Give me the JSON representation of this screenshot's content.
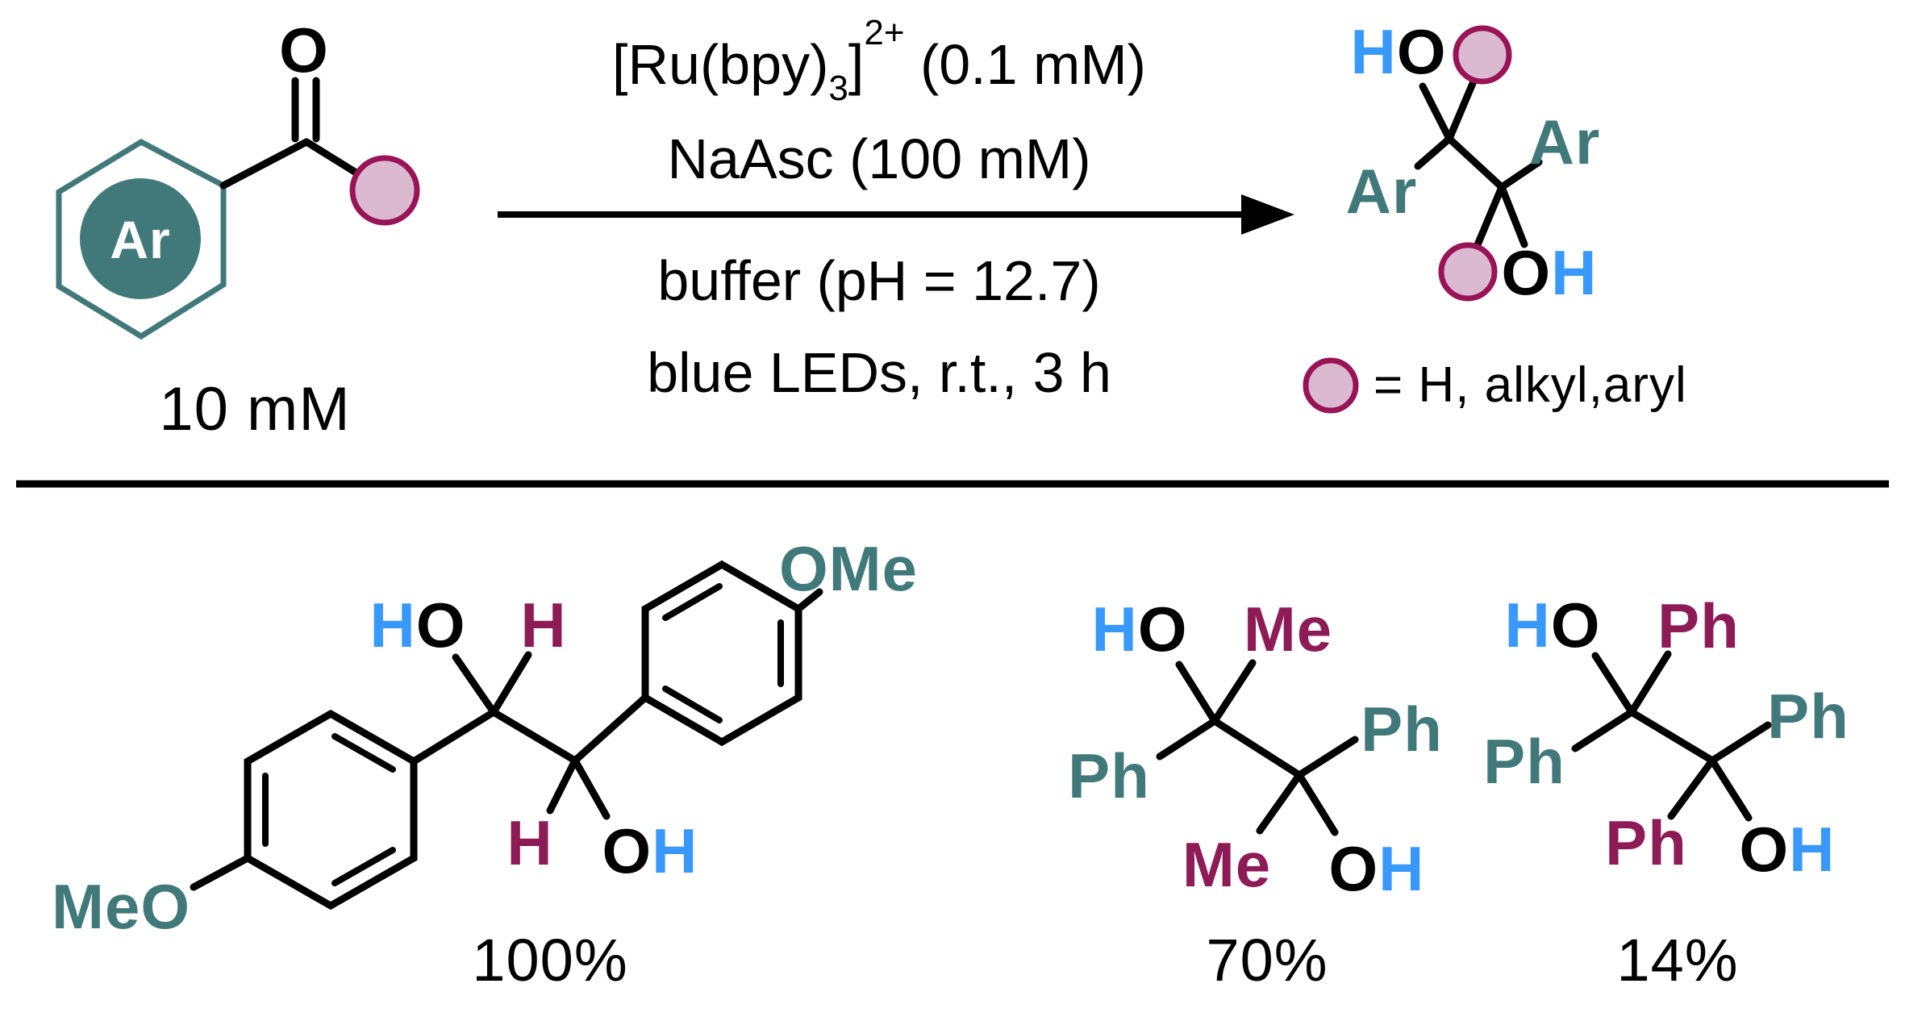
{
  "palette": {
    "teal": "#41797a",
    "maroon": "#8d1c56",
    "blue": "#3998fb",
    "pink_fill": "#dbb9d0",
    "pink_stroke": "#991457",
    "black": "#000000"
  },
  "reaction": {
    "reactant": {
      "aryl_circle": "Ar",
      "carbonyl_oxygen": "O",
      "concentration": "10 mM"
    },
    "conditions": {
      "catalyst_prefix": "[Ru(bpy)",
      "catalyst_subscript": "3",
      "catalyst_bracket": "]",
      "catalyst_superscript": "2+",
      "catalyst_amount": " (0.1 mM)",
      "reductant": "NaAsc (100 mM)",
      "medium": "buffer (pH = 12.7)",
      "light": "blue LEDs, r.t., 3 h"
    },
    "product": {
      "ho_h": "H",
      "ho_o": "O",
      "ar_left": "Ar",
      "ar_right": "Ar",
      "oh_o": "O",
      "oh_h": "H"
    },
    "legend_text": "= H, alkyl,aryl"
  },
  "examples": [
    {
      "meo": "MeO",
      "ho_h": "H",
      "ho_o": "O",
      "h_top": "H",
      "h_bottom": "H",
      "oh_o": "O",
      "oh_h": "H",
      "ome": "OMe",
      "yield": "100%"
    },
    {
      "ho_h": "H",
      "ho_o": "O",
      "me_top": "Me",
      "ph_left": "Ph",
      "ph_right": "Ph",
      "me_bottom": "Me",
      "oh_o": "O",
      "oh_h": "H",
      "yield": "70%"
    },
    {
      "ho_h": "H",
      "ho_o": "O",
      "ph_top": "Ph",
      "ph_left": "Ph",
      "ph_right": "Ph",
      "ph_bottom": "Ph",
      "oh_o": "O",
      "oh_h": "H",
      "yield": "14%"
    }
  ]
}
